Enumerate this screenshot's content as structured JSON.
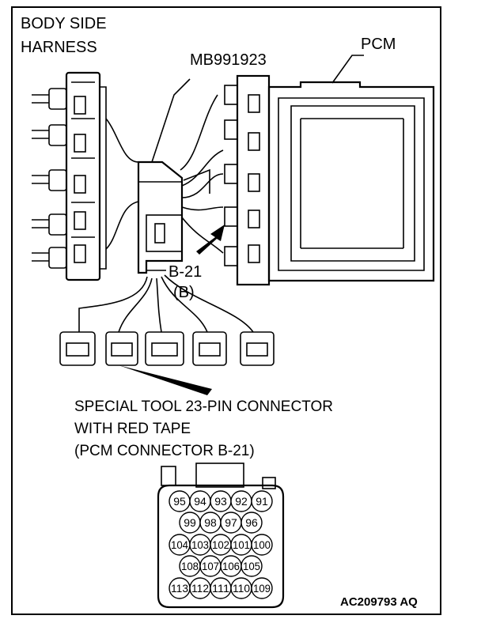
{
  "labels": {
    "body_side_line1": "BODY SIDE",
    "body_side_line2": "HARNESS",
    "tool_number": "MB991923",
    "pcm": "PCM",
    "connector_id": "B-21",
    "connector_group": "(B)",
    "special_tool_line1": "SPECIAL TOOL 23-PIN CONNECTOR",
    "special_tool_line2": "WITH RED TAPE",
    "special_tool_line3": "(PCM CONNECTOR B-21)",
    "figure_code": "AC209793 AQ"
  },
  "pins": {
    "row1": [
      "95",
      "94",
      "93",
      "92",
      "91"
    ],
    "row2": [
      "99",
      "98",
      "97",
      "96"
    ],
    "row3": [
      "104",
      "103",
      "102",
      "101",
      "100"
    ],
    "row4": [
      "108",
      "107",
      "106",
      "105"
    ],
    "row5": [
      "113",
      "112",
      "111",
      "110",
      "109"
    ]
  }
}
